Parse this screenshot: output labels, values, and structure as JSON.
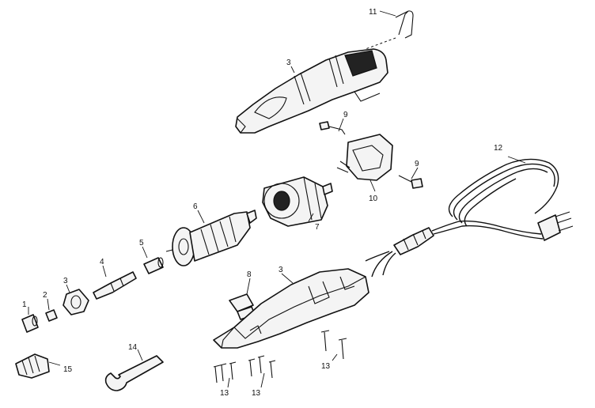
{
  "callouts": {
    "c1": "1",
    "c2": "2",
    "c3_nut": "3",
    "c3_housing": "3",
    "c3_lower": "3",
    "c4": "4",
    "c5": "5",
    "c6": "6",
    "c7": "7",
    "c8": "8",
    "c9_top": "9",
    "c9_right": "9",
    "c10": "10",
    "c11": "11",
    "c12": "12",
    "c13_left": "13",
    "c13_mid": "13",
    "c13_right": "13",
    "c14": "14",
    "c15": "15"
  }
}
